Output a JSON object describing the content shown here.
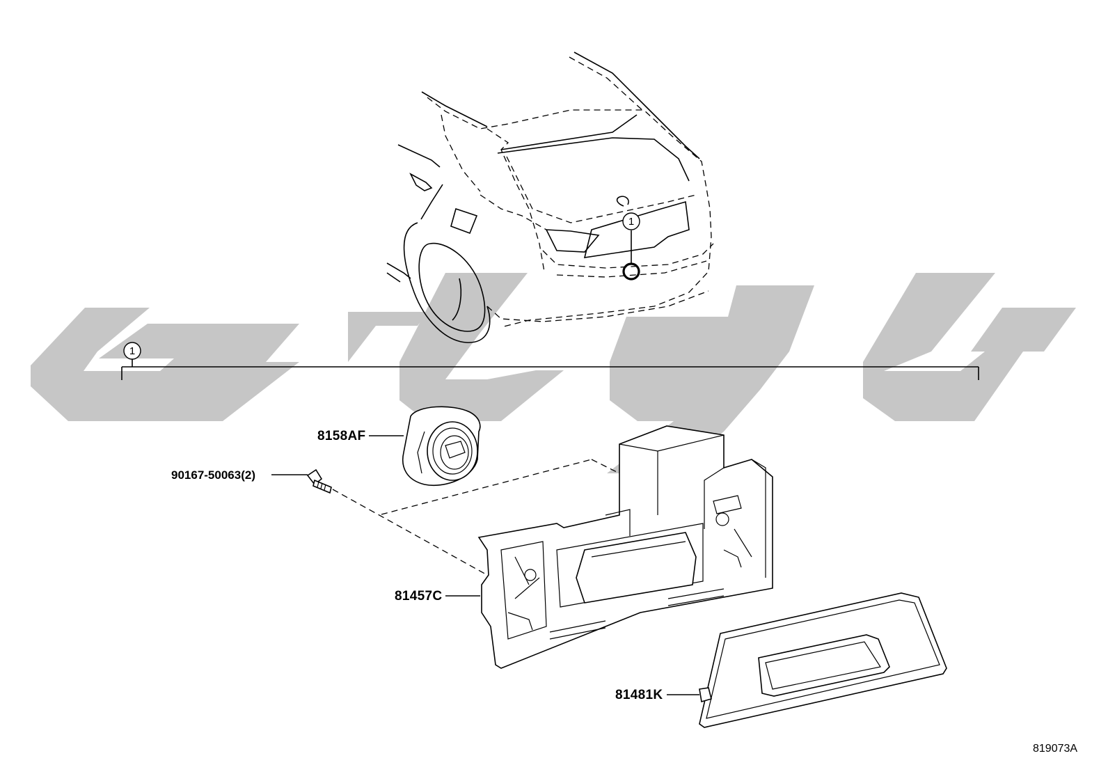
{
  "parts": {
    "assembly_ref": "1",
    "lock_cylinder": "8158AF",
    "screw": "90167-50063(2)",
    "housing": "81457C",
    "cover": "81481K"
  },
  "diagram_id": "819073A",
  "colors": {
    "line": "#000000",
    "watermark": "#c6c6c6",
    "background": "#ffffff"
  }
}
